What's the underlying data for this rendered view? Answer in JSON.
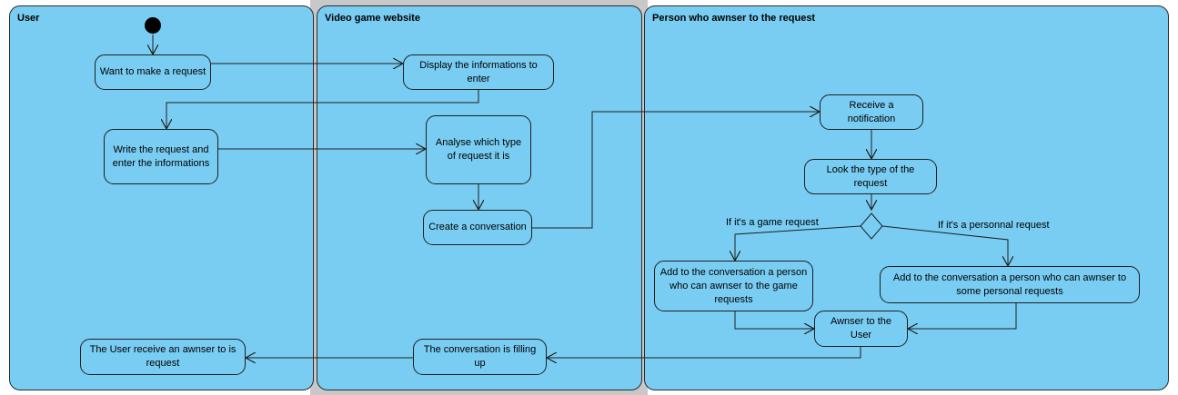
{
  "lanes": [
    {
      "title": "User"
    },
    {
      "title": "Video game website"
    },
    {
      "title": "Person who awnser to the request"
    }
  ],
  "nodes": {
    "want_request": "Want to make a request",
    "write_request": "Write the request and\nenter the informations",
    "user_receive": "The User receive an awnser to is\nrequest",
    "display_info": "Display the informations to enter",
    "analyse_type": "Analyse which type\nof request it is",
    "create_conversation": "Create a conversation",
    "conversation_filling": "The conversation is filling up",
    "receive_notification": "Receive a notification",
    "look_type": "Look the type of the request",
    "add_game_person": "Add to the conversation a person\nwho can awnser to the game\nrequests",
    "add_personal_person": "Add to the conversation a person who can awnser to\nsome personal requests",
    "awnser_user": "Awnser to the User"
  },
  "guards": {
    "game": "If it's a game request",
    "personal": "If it's a personnal request"
  },
  "colors": {
    "lane_fill": "#79cdf3",
    "line": "#1e1e1e",
    "gutter": "#c8c8c8"
  }
}
